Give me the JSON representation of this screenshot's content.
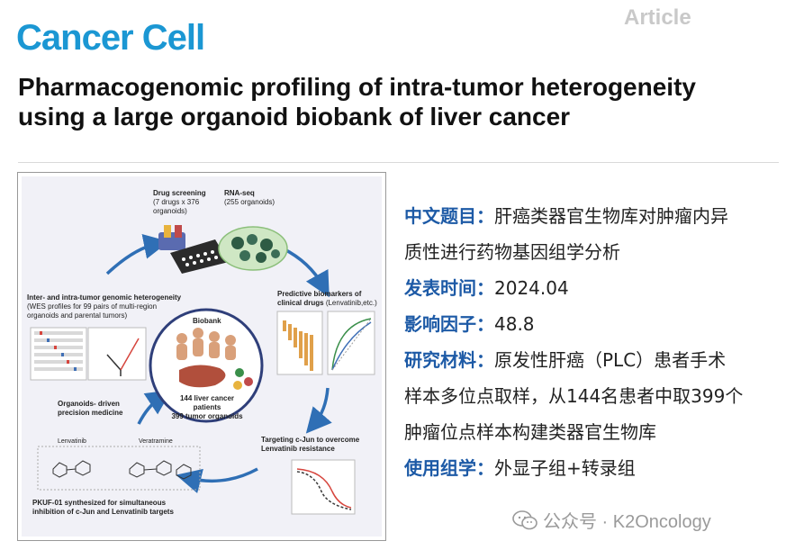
{
  "header": {
    "journal": "Cancer Cell",
    "article_tag": "Article",
    "title": "Pharmacogenomic profiling of intra-tumor heterogeneity using a large organoid biobank of liver cancer"
  },
  "graphical_abstract": {
    "drug_screening": {
      "title": "Drug screening",
      "line1": "(7 drugs x 376",
      "line2": "organoids)"
    },
    "rna_seq": {
      "title": "RNA-seq",
      "line1": "(255 organoids)"
    },
    "heterogeneity": {
      "title": "Inter- and intra-tumor genomic heterogeneity",
      "line1": "(WES profiles for 99 pairs of multi-region",
      "line2": "organoids and parental tumors)"
    },
    "biomarkers": {
      "title1": "Predictive biomarkers of",
      "title2": "clinical drugs",
      "line1": "(Lenvatinib,etc.)"
    },
    "biobank": {
      "title": "Biobank",
      "line1": "144 liver cancer patients",
      "line2": "399 tumor organoids"
    },
    "organoids_medicine": {
      "line1": "Organoids- driven",
      "line2": "precision medicine"
    },
    "targeting": {
      "line1": "Targeting c-Jun to overcome",
      "line2": "Lenvatinib resistance"
    },
    "pkuf": {
      "line1": "PKUF-01 synthesized for simultaneous",
      "line2": "inhibition of c-Jun and Lenvatinib targets"
    },
    "lenvatinib": "Lenvatinib",
    "veratramine": "Veratramine"
  },
  "info": {
    "cn_title_key": "中文题目：",
    "cn_title_val1": "肝癌类器官生物库对肿瘤内异",
    "cn_title_val2": "质性进行药物基因组学分析",
    "date_key": "发表时间：",
    "date_val": "2024.04",
    "if_key": "影响因子：",
    "if_val": "48.8",
    "material_key": "研究材料：",
    "material_val1": "原发性肝癌（PLC）患者手术",
    "material_val2": "样本多位点取样，从144名患者中取399个",
    "material_val3": "肿瘤位点样本构建类器官生物库",
    "omics_key": "使用组学：",
    "omics_val": "外显子组+转录组"
  },
  "watermark": {
    "text": "公众号 · K2Oncology"
  },
  "colors": {
    "journal_blue": "#1b97d3",
    "key_blue": "#1d5aa6",
    "arrow_blue": "#2f6fb5"
  }
}
